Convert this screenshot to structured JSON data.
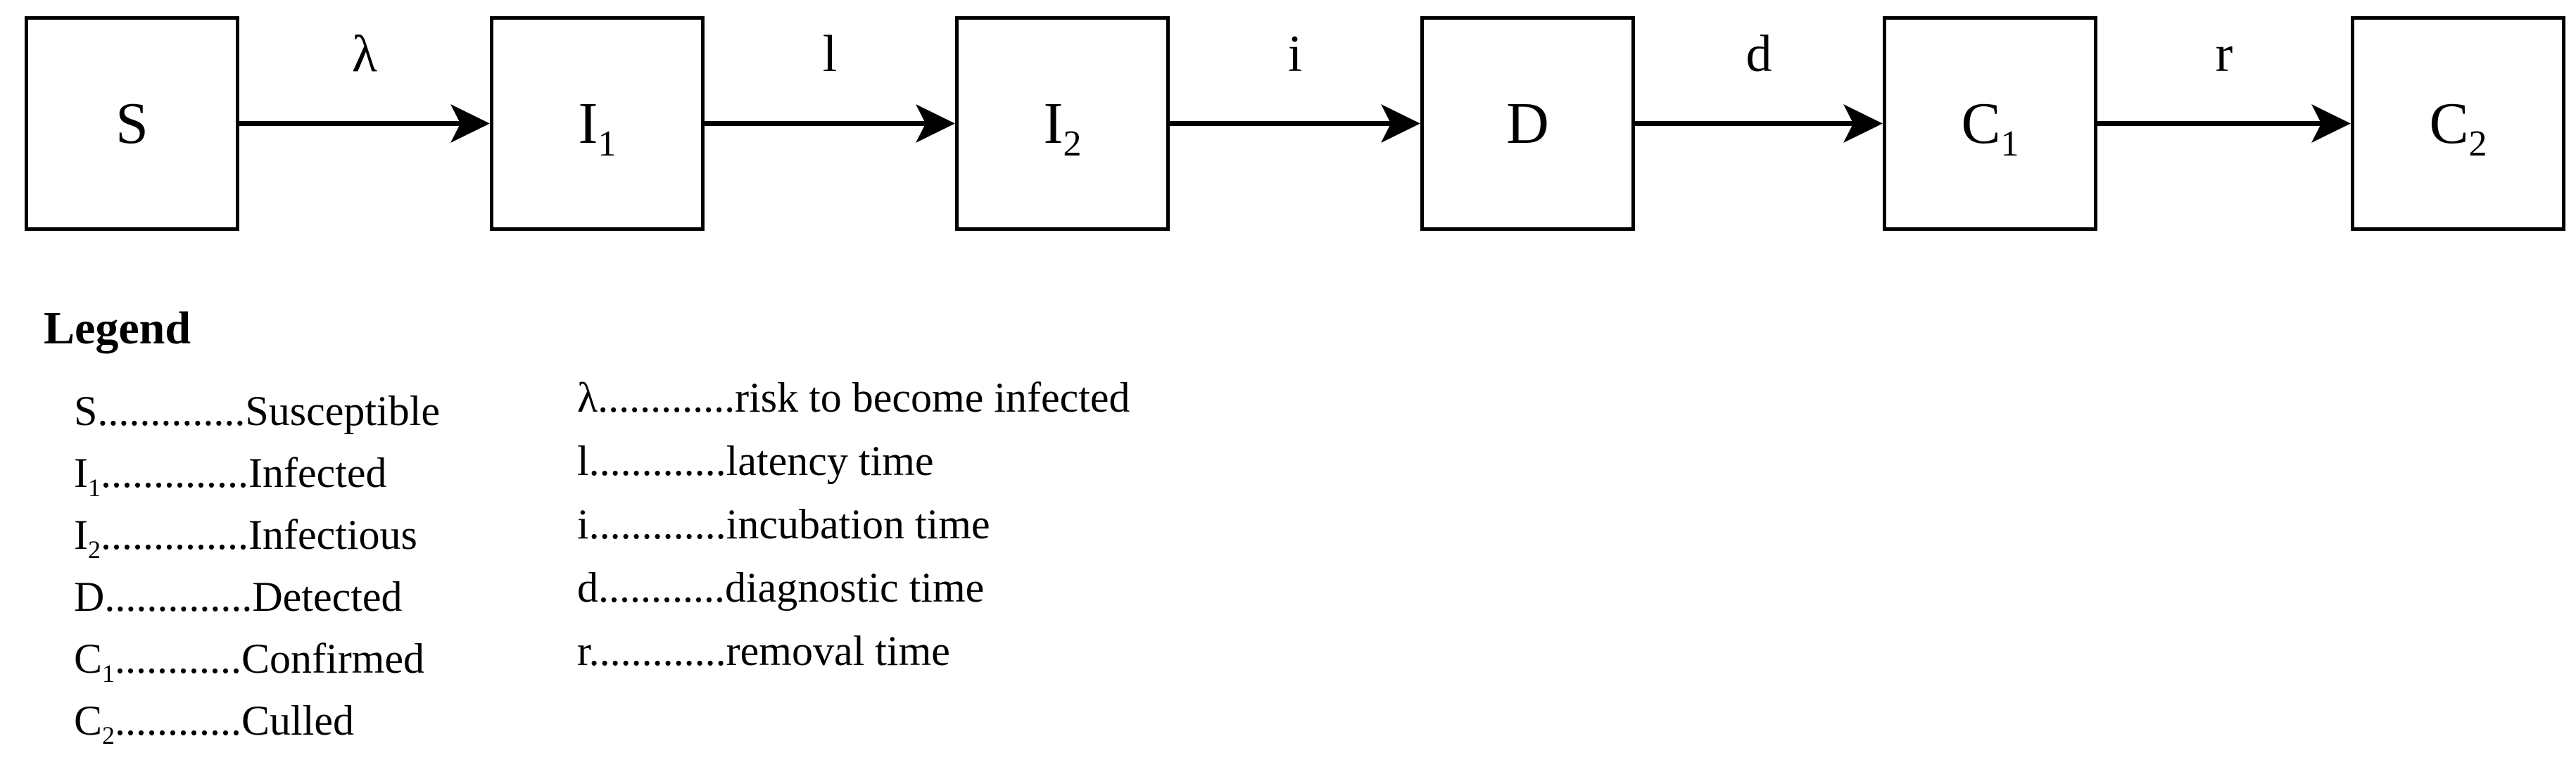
{
  "figure": {
    "background_color": "#ffffff",
    "ink_color": "#000000"
  },
  "diagram": {
    "nodes": [
      {
        "base": "S",
        "sub": ""
      },
      {
        "base": "I",
        "sub": "1"
      },
      {
        "base": "I",
        "sub": "2"
      },
      {
        "base": "D",
        "sub": ""
      },
      {
        "base": "C",
        "sub": "1"
      },
      {
        "base": "C",
        "sub": "2"
      }
    ],
    "transitions": [
      {
        "label": "λ"
      },
      {
        "label": "l"
      },
      {
        "label": "i"
      },
      {
        "label": "d"
      },
      {
        "label": "r"
      }
    ]
  },
  "legend": {
    "title": "Legend",
    "states": [
      {
        "base": "S",
        "sub": "",
        "dots": "..............",
        "desc": "Susceptible"
      },
      {
        "base": "I",
        "sub": "1",
        "dots": "..............",
        "desc": "Infected"
      },
      {
        "base": "I",
        "sub": "2",
        "dots": "..............",
        "desc": "Infectious"
      },
      {
        "base": "D",
        "sub": "",
        "dots": "..............",
        "desc": "Detected"
      },
      {
        "base": "C",
        "sub": "1",
        "dots": "............",
        "desc": "Confirmed"
      },
      {
        "base": "C",
        "sub": "2",
        "dots": "............",
        "desc": "Culled"
      }
    ],
    "parameters": [
      {
        "symbol": "λ",
        "dots": ".............",
        "desc": "risk to become infected"
      },
      {
        "symbol": "l",
        "dots": ".............",
        "desc": "latency time"
      },
      {
        "symbol": "i",
        "dots": ".............",
        "desc": "incubation time"
      },
      {
        "symbol": "d",
        "dots": "............",
        "desc": "diagnostic time"
      },
      {
        "symbol": "r",
        "dots": ".............",
        "desc": "removal time"
      }
    ]
  }
}
